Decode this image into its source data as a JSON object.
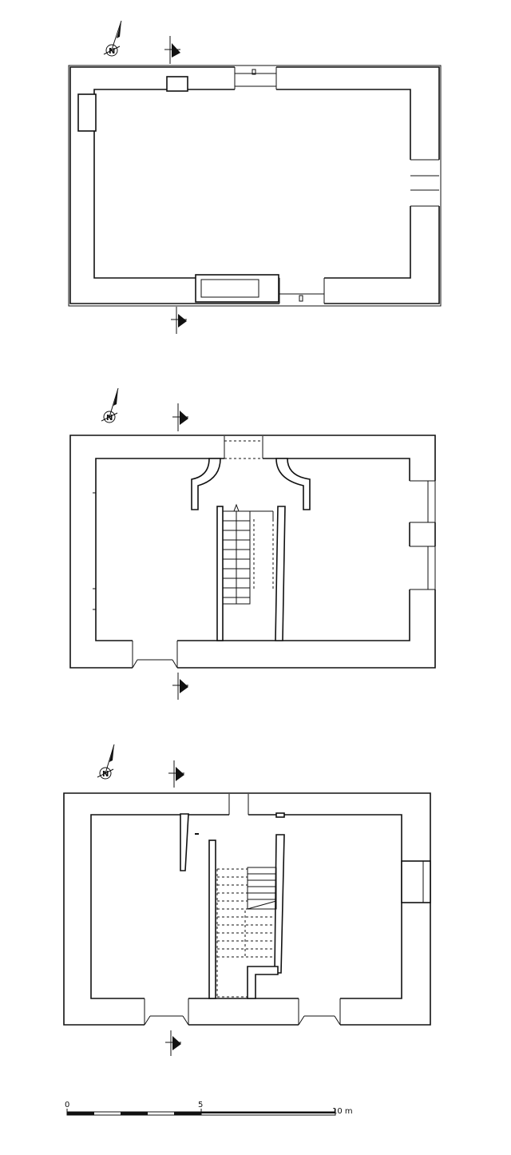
{
  "north_label": "N",
  "scale_bar": {
    "ticks": [
      "0",
      "5",
      "10 m"
    ]
  }
}
